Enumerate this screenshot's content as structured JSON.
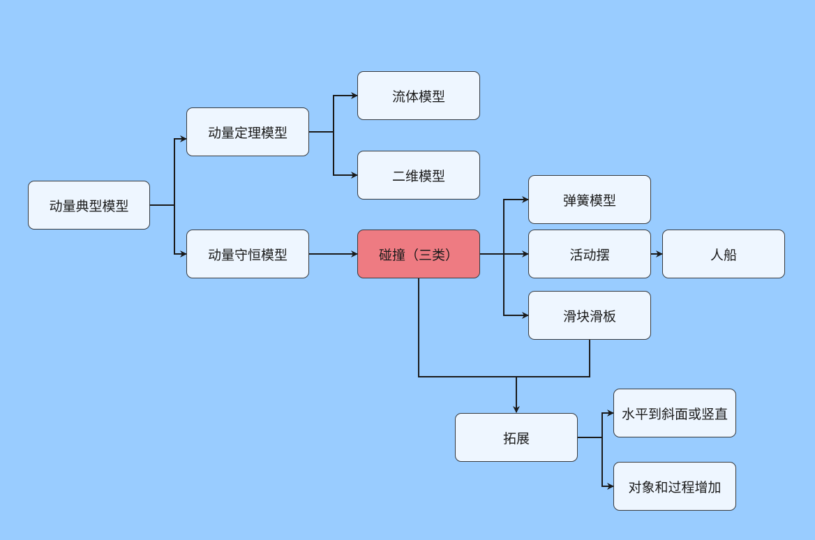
{
  "diagram": {
    "background": "#99CCFF",
    "node_fill": "#EEF6FF",
    "accent_fill": "#EE7B82",
    "stroke": "#1a1a1a",
    "nodes": {
      "root": "动量典型模型",
      "theorem": "动量定理模型",
      "conservation": "动量守恒模型",
      "fluid": "流体模型",
      "two_d": "二维模型",
      "collision": "碰撞（三类）",
      "spring": "弹簧模型",
      "pendulum": "活动摆",
      "person_boat": "人船",
      "slider_board": "滑块滑板",
      "extension": "拓展",
      "incline": "水平到斜面或竖直",
      "more_objects": "对象和过程增加"
    }
  }
}
